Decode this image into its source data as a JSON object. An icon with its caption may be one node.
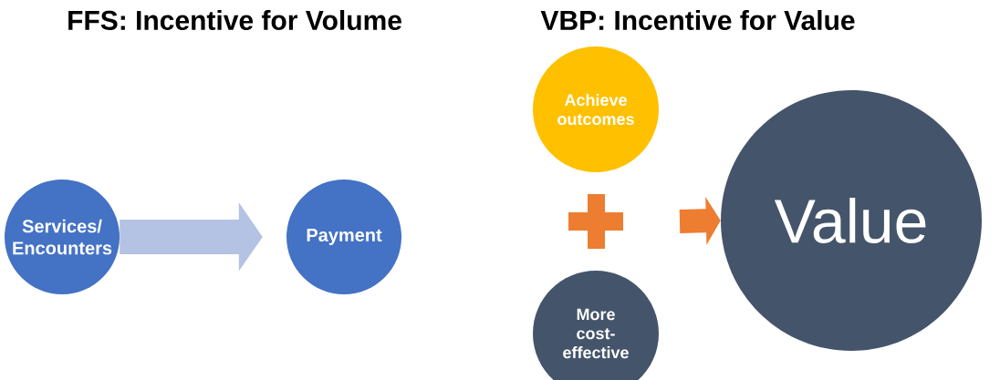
{
  "diagram": {
    "nodes": [
      {
        "text": [
          "Services/ Encounters"
        ]
      },
      {
        "text": [
          "Payment"
        ]
      },
      {
        "text": [
          "Achieve outcomes"
        ]
      },
      {
        "text": [
          "More cost-effective"
        ]
      },
      {
        "text": [
          "Value"
        ]
      }
    ],
    "edges": [
      {
        "from": 0,
        "to": 1,
        "arrow": "to",
        "color": "#b4c2e3"
      },
      {
        "from": null,
        "to": 4,
        "arrow": "to",
        "color": "#ed7d31"
      }
    ],
    "labels": [
      "FFS: Incentive for Volume",
      "VBP: Incentive for Value"
    ]
  }
}
